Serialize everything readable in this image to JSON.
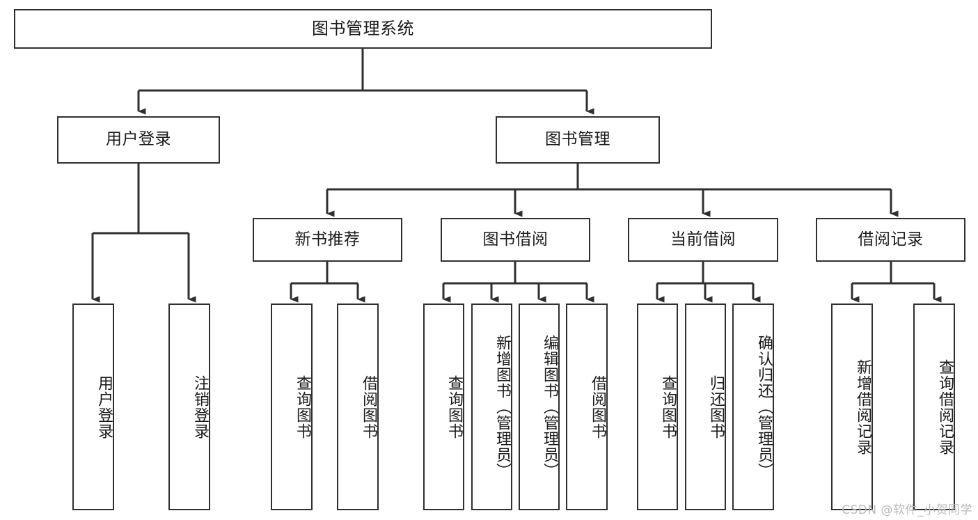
{
  "diagram": {
    "title": "图书管理系统",
    "type": "tree-hierarchy-chart",
    "orientation": "top-down",
    "colors": {
      "box_border": "#2f2f2f",
      "box_fill": "#ffffff",
      "connector": "#2f2f2f",
      "text": "#1a1a1a",
      "watermark": "#b9b9b9"
    }
  },
  "root": {
    "label": "图书管理系统"
  },
  "level2": [
    {
      "label": "用户登录"
    },
    {
      "label": "图书管理"
    }
  ],
  "level3": [
    {
      "label": "新书推荐"
    },
    {
      "label": "图书借阅"
    },
    {
      "label": "当前借阅"
    },
    {
      "label": "借阅记录"
    }
  ],
  "leaves": {
    "user_login": [
      {
        "label": "用户登录"
      },
      {
        "label": "注销登录"
      }
    ],
    "new_book_recommend": [
      {
        "label": "查询图书"
      },
      {
        "label": "借阅图书"
      }
    ],
    "book_borrow": [
      {
        "label": "查询图书"
      },
      {
        "label": "新增图书（管理员）"
      },
      {
        "label": "编辑图书（管理员）"
      },
      {
        "label": "借阅图书"
      }
    ],
    "current_borrow": [
      {
        "label": "查询图书"
      },
      {
        "label": "归还图书"
      },
      {
        "label": "确认归还（管理员）"
      }
    ],
    "borrow_record": [
      {
        "label": "新增借阅记录"
      },
      {
        "label": "查询借阅记录"
      }
    ]
  },
  "watermark": {
    "text": "CSDN @软件_小贺同学"
  }
}
